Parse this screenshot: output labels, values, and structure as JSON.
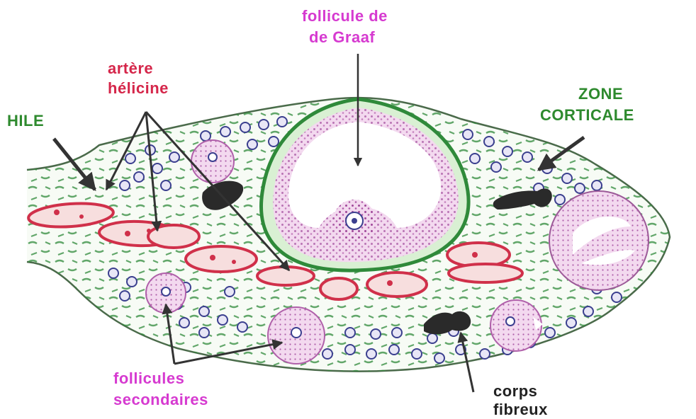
{
  "labels": {
    "graaf_line1": "follicule de",
    "graaf_line2": "de Graaf",
    "artere_line1": "artère",
    "artere_line2": "hélicine",
    "hile": "HILE",
    "zone_line1": "ZONE",
    "zone_line2": "CORTICALE",
    "secondaires_line1": "follicules",
    "secondaires_line2": "secondaires",
    "corps_line1": "corps",
    "corps_line2": "fibreux"
  },
  "colors": {
    "pink_label": "#d63ad0",
    "red_label": "#d5264a",
    "green_label": "#2e8a2e",
    "arrow": "#333333",
    "stroma_fibers": "#2f8a3a",
    "follicle_fill": "#f3d9ef",
    "artery": "#d0304a",
    "oocyte_blue": "#3b3f8f"
  }
}
